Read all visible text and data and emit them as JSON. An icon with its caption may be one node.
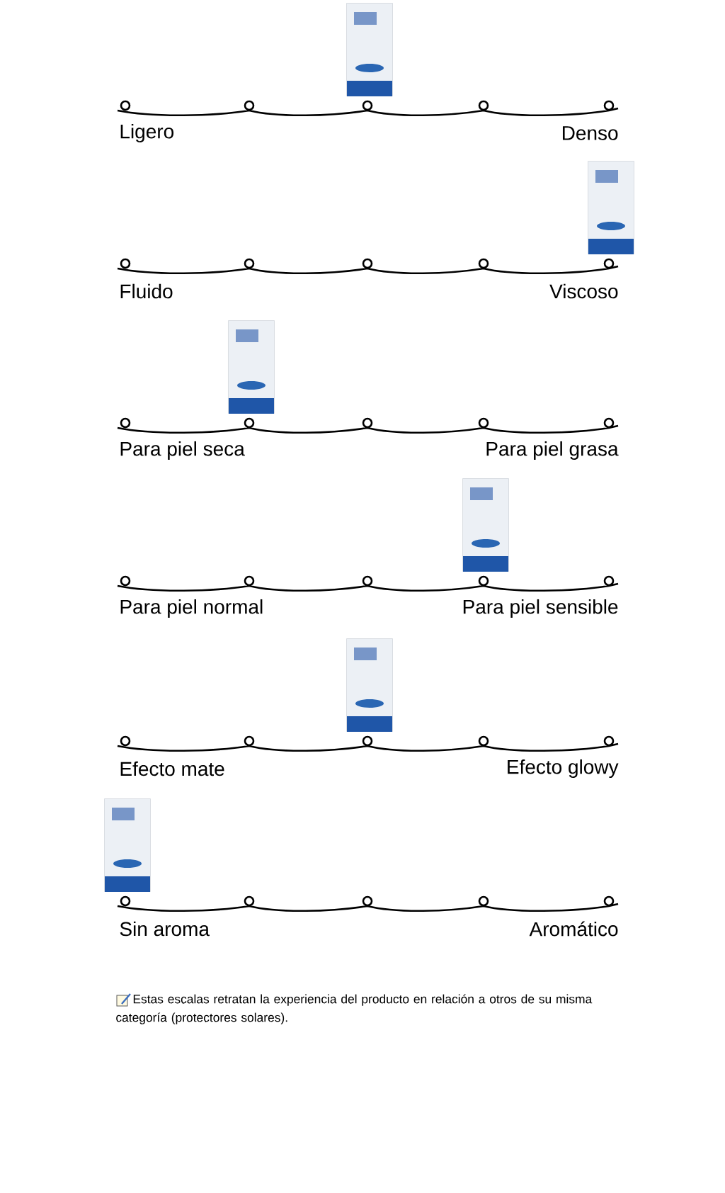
{
  "diagram": {
    "nodes": [
      {
        "text": [],
        "shape": "picture"
      },
      {
        "text": [],
        "shape": "picture"
      },
      {
        "text": [],
        "shape": "picture"
      },
      {
        "text": [],
        "shape": "picture"
      },
      {
        "text": [],
        "shape": "picture"
      },
      {
        "text": [],
        "shape": "picture"
      }
    ],
    "labels": [
      "Ligero",
      "Denso",
      "Fluido",
      "Viscoso",
      "Para piel seca",
      "Para piel grasa",
      "Para piel normal",
      "Para piel sensible",
      "Efecto mate",
      "Efecto glowy",
      "Sin aroma",
      "Aromático",
      "Estas escalas retratan la experiencia del producto en relación a otros de su misma categoría (protectores solares)."
    ]
  }
}
